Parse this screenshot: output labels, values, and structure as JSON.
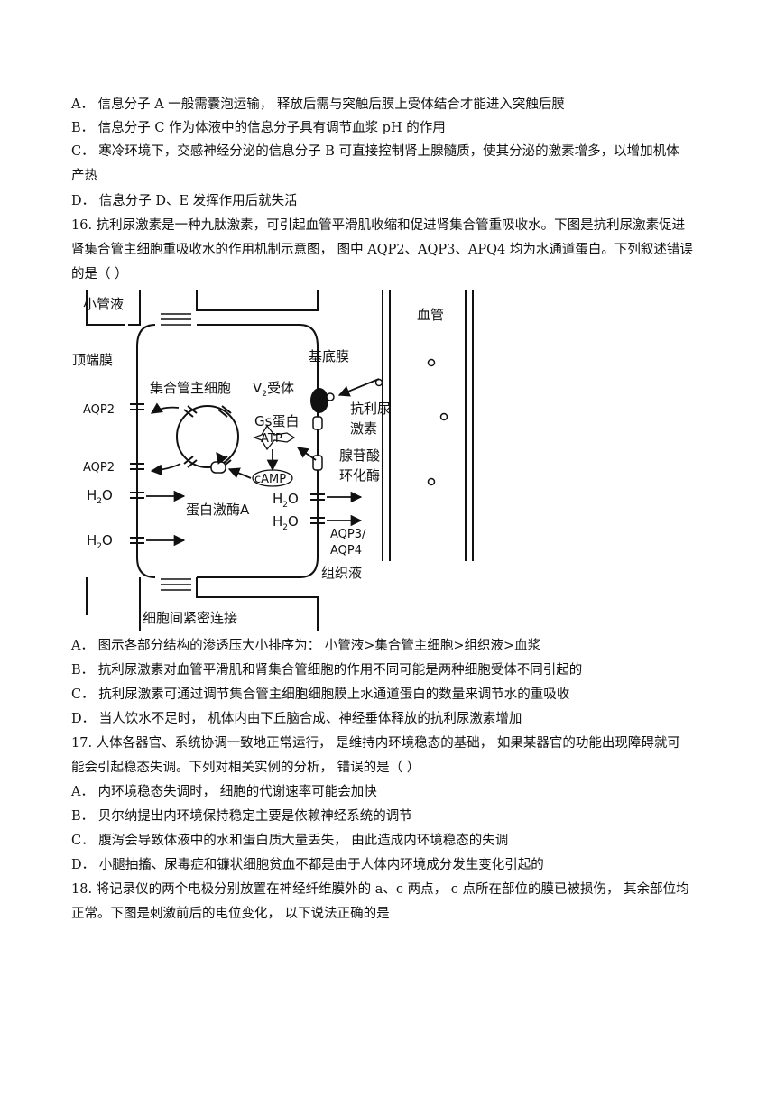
{
  "q15_options": [
    "A．  信息分子 A 一般需囊泡运输，  释放后需与突触后膜上受体结合才能进入突触后膜",
    "B．  信息分子 C  作为体液中的信息分子具有调节血浆 pH 的作用",
    "C．  寒冷环境下，交感神经分泌的信息分子 B  可直接控制肾上腺髓质，使其分泌的激素增多，以增加机体",
    "产热",
    "D．  信息分子  D、E 发挥作用后就失活"
  ],
  "q16_stem": [
    "16. 抗利尿激素是一种九肽激素，可引起血管平滑肌收缩和促进肾集合管重吸收水。下图是抗利尿激素促进",
    "肾集合管主细胞重吸收水的作用机制示意图，  图中 AQP2、AQP3、APQ4 均为水通道蛋白。下列叙述错误",
    "的是（        ）"
  ],
  "diagram": {
    "tubule_fluid": "小管液",
    "apical_membrane": "顶端膜",
    "principal_cell": "集合管主细胞",
    "v2_receptor_main": "V",
    "v2_receptor_sub": "2",
    "v2_receptor_tail": "受体",
    "basal_membrane": "基底膜",
    "blood_vessel": "血管",
    "adh_line1": "抗利尿",
    "adh_line2": "激素",
    "gs_protein": "Gs蛋白",
    "atp": "ATP",
    "camp": "cAMP",
    "adenylyl_cyclase_line1": "腺苷酸",
    "adenylyl_cyclase_line2": "环化酶",
    "aqp2": "AQP2",
    "protein_kinase_a": "蛋白激酶A",
    "water_h": "H",
    "water_2": "2",
    "water_o": "O",
    "aqp3_aqp4_line1": "AQP3/",
    "aqp3_aqp4_line2": "AQP4",
    "tissue_fluid": "组织液",
    "tight_junction": "细胞间紧密连接"
  },
  "q16_options": [
    "A．  图示各部分结构的渗透压大小排序为：  小管液>集合管主细胞>组织液>血浆",
    "B．  抗利尿激素对血管平滑肌和肾集合管细胞的作用不同可能是两种细胞受体不同引起的",
    "C．  抗利尿激素可通过调节集合管主细胞细胞膜上水通道蛋白的数量来调节水的重吸收",
    "D．  当人饮水不足时，  机体内由下丘脑合成、神经垂体释放的抗利尿激素增加"
  ],
  "q17_stem": [
    "17. 人体各器官、系统协调一致地正常运行，  是维持内环境稳态的基础，  如果某器官的功能出现障碍就可",
    "能会引起稳态失调。下列对相关实例的分析，  错误的是（        ）"
  ],
  "q17_options": [
    "A．  内环境稳态失调时，  细胞的代谢速率可能会加快",
    "B．  贝尔纳提出内环境保持稳定主要是依赖神经系统的调节",
    "C．  腹泻会导致体液中的水和蛋白质大量丢失，  由此造成内环境稳态的失调",
    "D．  小腿抽搐、尿毒症和镰状细胞贫血不都是由于人体内环境成分发生变化引起的"
  ],
  "q18_stem": [
    "18. 将记录仪的两个电极分别放置在神经纤维膜外的 a、c 两点，  c 点所在部位的膜已被损伤，  其余部位均",
    "正常。下图是刺激前后的电位变化，  以下说法正确的是"
  ]
}
